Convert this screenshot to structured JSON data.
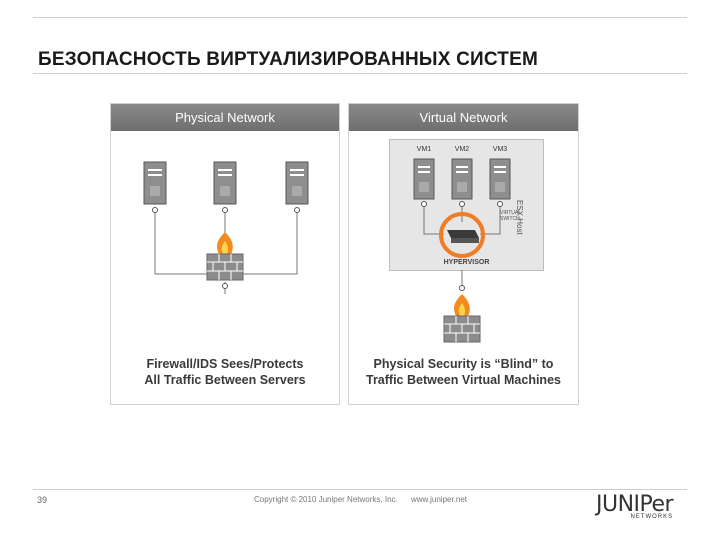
{
  "slide": {
    "title": "БЕЗОПАСНОСТЬ ВИРТУАЛИЗИРОВАННЫХ СИСТЕМ",
    "page_number": "39"
  },
  "left_panel": {
    "header": "Physical Network",
    "caption_line1": "Firewall/IDS Sees/Protects",
    "caption_line2": "All Traffic Between Servers"
  },
  "right_panel": {
    "header": "Virtual Network",
    "vm_labels": [
      "VM1",
      "VM2",
      "VM3"
    ],
    "esx_label": "ESX Host",
    "virtual_switch_label": "VIRTUAL SWITCH",
    "hypervisor_label": "HYPERVISOR",
    "caption_line1": "Physical Security is “Blind” to",
    "caption_line2": "Traffic Between Virtual Machines"
  },
  "footer": {
    "copyright": "Copyright © 2010 Juniper Networks, Inc.",
    "url": "www.juniper.net",
    "logo_main": "JUNIPer",
    "logo_sub": "NETWORKS"
  },
  "colors": {
    "header_gray": "#7a7a7a",
    "flame_orange": "#f28a1e",
    "brick_gray": "#8c8c8c",
    "ring_orange": "#f07d24"
  }
}
